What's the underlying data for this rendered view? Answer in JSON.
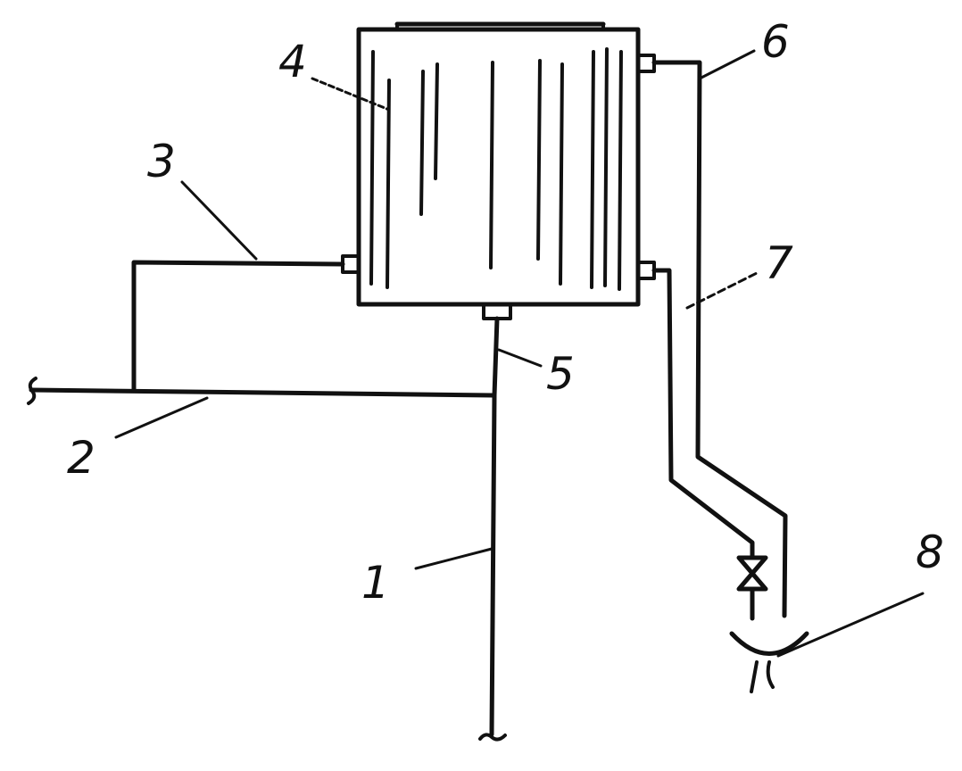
{
  "labels": {
    "l1": "1",
    "l2": "2",
    "l3": "3",
    "l4": "4",
    "l5": "5",
    "l6": "6",
    "l7": "7",
    "l8": "8"
  },
  "colors": {
    "ink": "#111111",
    "paper": "#ffffff"
  },
  "icons": {
    "valve": "valve-icon",
    "drain_funnel": "drain-funnel-icon",
    "break_mark": "pipe-break-icon"
  }
}
